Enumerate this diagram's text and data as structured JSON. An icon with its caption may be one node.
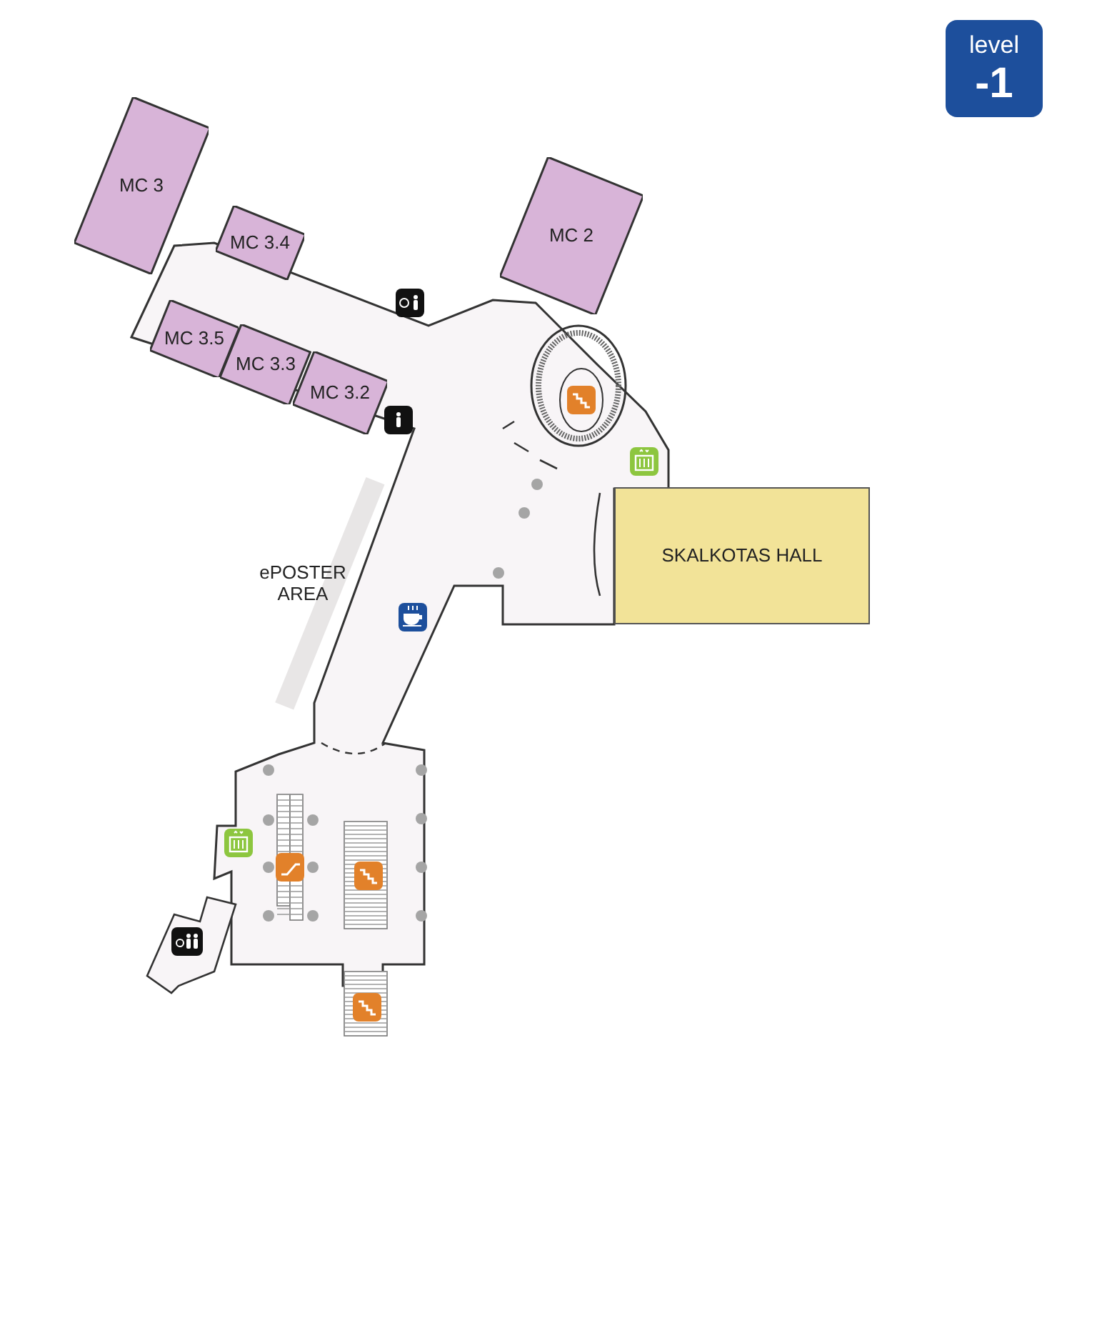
{
  "diagram": {
    "nodes": [
      {
        "text": [
          "level",
          "-1"
        ]
      },
      {
        "text": [
          "MC 3"
        ]
      },
      {
        "text": [
          "MC 3.4"
        ]
      },
      {
        "text": [
          "MC 2"
        ]
      },
      {
        "text": [
          "MC 3.5"
        ]
      },
      {
        "text": [
          "MC 3.3"
        ]
      },
      {
        "text": [
          "MC 3.2"
        ]
      },
      {
        "text": [
          "SKALKOTAS HALL"
        ]
      }
    ],
    "labels": [
      "ePOSTER AREA"
    ]
  }
}
